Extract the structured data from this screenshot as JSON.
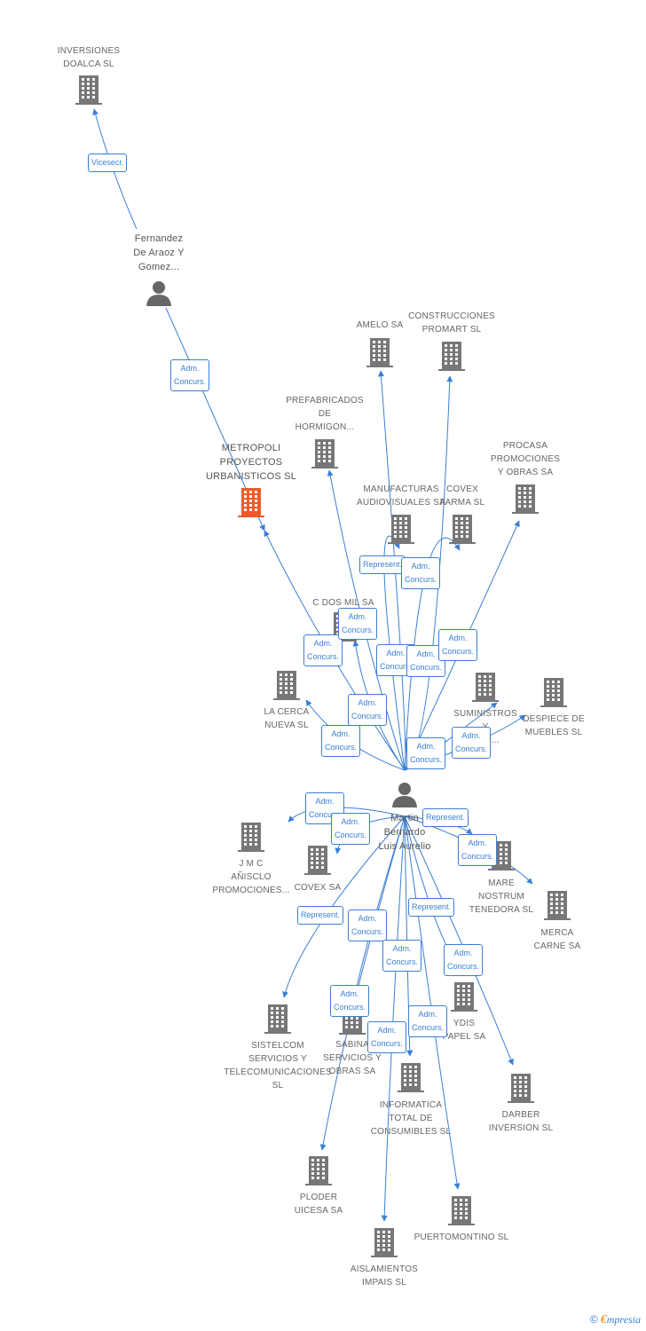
{
  "colors": {
    "edge": "#3a7fd5",
    "company": "#777777",
    "company_highlight": "#f05a28",
    "person": "#666666"
  },
  "nodes": [
    {
      "id": "inversiones",
      "type": "company",
      "label": "INVERSIONES\nDOALCA SL"
    },
    {
      "id": "fernandez",
      "type": "person",
      "label": "Fernandez\nDe Araoz Y\nGomez..."
    },
    {
      "id": "metropoli",
      "type": "company",
      "highlight": true,
      "label": "METROPOLI\nPROYECTOS\nURBANISTICOS SL"
    },
    {
      "id": "amelo",
      "type": "company",
      "label": "AMELO SA"
    },
    {
      "id": "promart",
      "type": "company",
      "label": "CONSTRUCCIONES\nPROMART SL"
    },
    {
      "id": "prefabricados",
      "type": "company",
      "label": "PREFABRICADOS\nDE\nHORMIGON..."
    },
    {
      "id": "procasa",
      "type": "company",
      "label": "PROCASA\nPROMOCIONES\nY OBRAS SA"
    },
    {
      "id": "manufacturas",
      "type": "company",
      "label": "MANUFACTURAS\nAUDIOVISUALES SA"
    },
    {
      "id": "covexfarma",
      "type": "company",
      "label": "COVEX\nFARMA SL"
    },
    {
      "id": "cdosmil",
      "type": "company",
      "label": "C DOS MIL SA"
    },
    {
      "id": "lacerca",
      "type": "company",
      "label": "LA CERCA\nNUEVA SL"
    },
    {
      "id": "suministros",
      "type": "company",
      "label": "SUMINISTROS\nY\n...ES..."
    },
    {
      "id": "despiece",
      "type": "company",
      "label": "DESPIECE DE\nMUEBLES SL"
    },
    {
      "id": "martin",
      "type": "person",
      "label": "Martin\nBernardo\nLuis Aurelio"
    },
    {
      "id": "jmc",
      "type": "company",
      "label": "J M C\nAÑISCLO\nPROMOCIONES..."
    },
    {
      "id": "covexsa",
      "type": "company",
      "label": "COVEX SA"
    },
    {
      "id": "marenostrum",
      "type": "company",
      "label": "MARE\nNOSTRUM\nTENEDORA SL"
    },
    {
      "id": "mercacarne",
      "type": "company",
      "label": "MERCA\nCARNE SA"
    },
    {
      "id": "sistelcom",
      "type": "company",
      "label": "SISTELCOM\nSERVICIOS Y\nTELECOMUNICACIONES SL"
    },
    {
      "id": "sabina",
      "type": "company",
      "label": "SABINA\nSERVICIOS Y\nOBRAS SA"
    },
    {
      "id": "ydis",
      "type": "company",
      "label": "YDIS\nPAPEL SA"
    },
    {
      "id": "informatica",
      "type": "company",
      "label": "INFORMATICA\nTOTAL DE\nCONSUMIBLES SL"
    },
    {
      "id": "darber",
      "type": "company",
      "label": "DARBER\nINVERSION SL"
    },
    {
      "id": "ploder",
      "type": "company",
      "label": "PLODER\nUICESA SA"
    },
    {
      "id": "puertomontino",
      "type": "company",
      "label": "PUERTOMONTINO SL"
    },
    {
      "id": "aislamientos",
      "type": "company",
      "label": "AISLAMIENTOS\nIMPAIS SL"
    }
  ],
  "edges": [
    {
      "from": "fernandez",
      "to": "inversiones",
      "label": "Vicesecr."
    },
    {
      "from": "fernandez",
      "to": "metropoli",
      "label": "Adm.\nConcurs."
    },
    {
      "from": "martin",
      "to": "metropoli",
      "label": "Adm.\nConcurs."
    },
    {
      "from": "martin",
      "to": "prefabricados",
      "label": "Adm.\nConcurs."
    },
    {
      "from": "martin",
      "to": "amelo",
      "label": "Adm.\nConcurs."
    },
    {
      "from": "martin",
      "to": "promart",
      "label": "Adm.\nConcurs."
    },
    {
      "from": "martin",
      "to": "procasa",
      "label": "Adm.\nConcurs."
    },
    {
      "from": "martin",
      "to": "manufacturas",
      "label": "Represent."
    },
    {
      "from": "martin",
      "to": "covexfarma",
      "label": "Adm.\nConcurs."
    },
    {
      "from": "martin",
      "to": "cdosmil",
      "label": "Adm.\nConcurs."
    },
    {
      "from": "martin",
      "to": "lacerca",
      "label": "Adm.\nConcurs."
    },
    {
      "from": "martin",
      "to": "suministros",
      "label": "Adm.\nConcurs."
    },
    {
      "from": "martin",
      "to": "despiece",
      "label": "Adm.\nConcurs."
    },
    {
      "from": "martin",
      "to": "jmc",
      "label": "Adm.\nConcurs."
    },
    {
      "from": "martin",
      "to": "covexsa",
      "label": "Adm.\nConcurs."
    },
    {
      "from": "martin",
      "to": "marenostrum",
      "label": "Represent."
    },
    {
      "from": "martin",
      "to": "mercacarne",
      "label": "Adm.\nConcurs."
    },
    {
      "from": "martin",
      "to": "sistelcom",
      "label": "Represent."
    },
    {
      "from": "martin",
      "to": "sabina",
      "label": "Adm.\nConcurs."
    },
    {
      "from": "martin",
      "to": "ydis",
      "label": "Represent."
    },
    {
      "from": "martin",
      "to": "informatica",
      "label": "Adm.\nConcurs."
    },
    {
      "from": "martin",
      "to": "darber",
      "label": "Adm.\nConcurs."
    },
    {
      "from": "martin",
      "to": "ploder",
      "label": "Adm.\nConcurs."
    },
    {
      "from": "martin",
      "to": "puertomontino",
      "label": "Adm.\nConcurs."
    },
    {
      "from": "martin",
      "to": "aislamientos",
      "label": "Adm.\nConcurs."
    }
  ],
  "footer": {
    "copyright": "©",
    "brand_initial": "€",
    "brand_rest": "mpresia"
  }
}
